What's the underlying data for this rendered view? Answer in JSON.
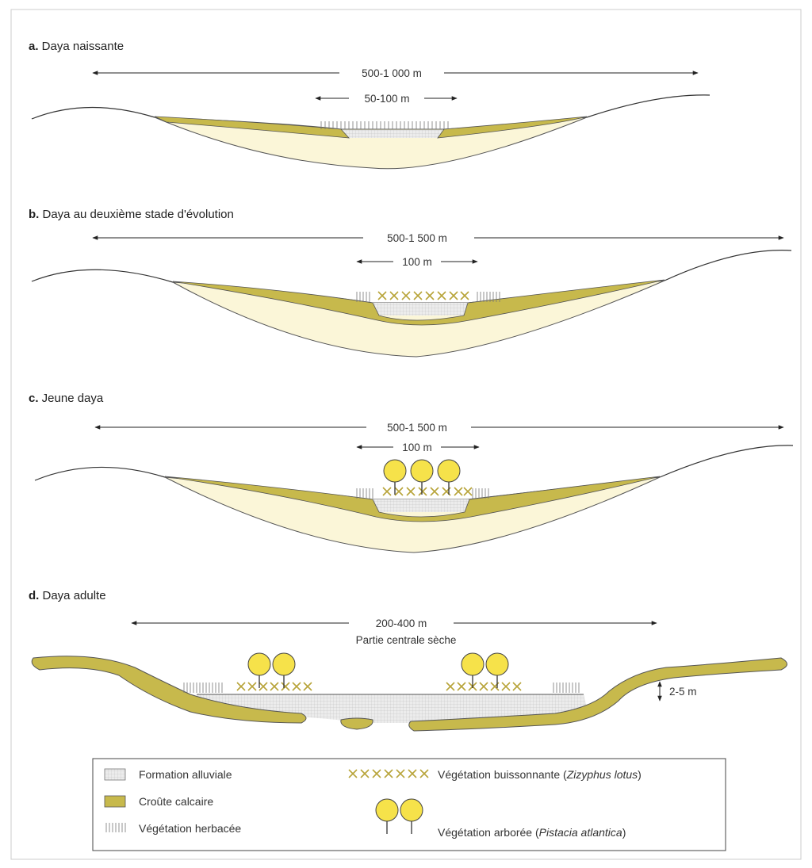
{
  "panels": {
    "a": {
      "letter": "a.",
      "title": " Daya naissante",
      "outer": "500-1 000 m",
      "inner": "50-100 m"
    },
    "b": {
      "letter": "b.",
      "title": " Daya au deuxième stade d'évolution",
      "outer": "500-1 500 m",
      "inner": "100 m"
    },
    "c": {
      "letter": "c.",
      "title": " Jeune daya",
      "outer": "500-1 500 m",
      "inner": "100 m"
    },
    "d": {
      "letter": "d.",
      "title": " Daya adulte",
      "outer": "200-400 m",
      "center_label": "Partie centrale sèche",
      "depth": "2-5 m"
    }
  },
  "legend": {
    "alluvial": "Formation alluviale",
    "crust": "Croûte calcaire",
    "herb": "Végétation herbacée",
    "shrub_prefix": "Végétation buissonnante (",
    "shrub_species": "Zizyphus lotus",
    "shrub_suffix": ")",
    "tree_prefix": "Végétation arborée (",
    "tree_species": "Pistacia atlantica",
    "tree_suffix": ")"
  },
  "colors": {
    "crust": "#c7b94c",
    "fill": "#fbf6d8",
    "alluvial": "#e6e6e6",
    "tree": "#f6e24a",
    "shrub": "#b8a43a",
    "line": "#333333"
  }
}
